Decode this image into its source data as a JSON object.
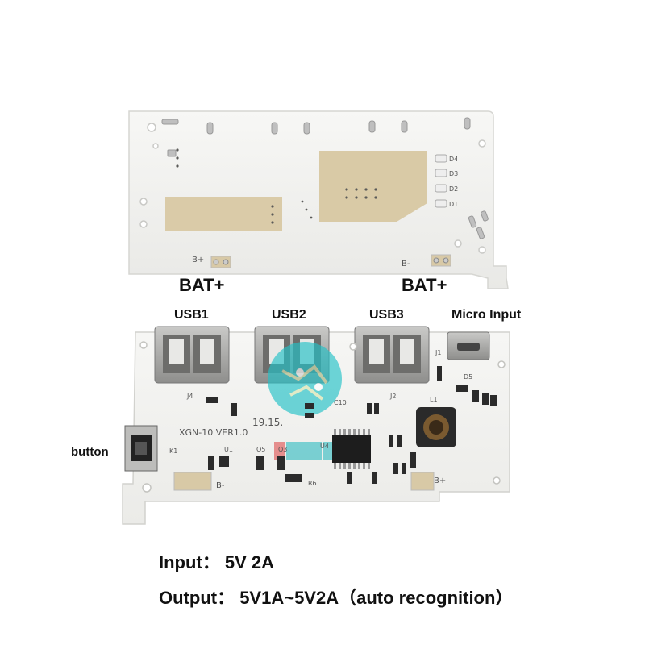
{
  "labels": {
    "bat_plus_left": "BAT+",
    "bat_plus_right": "BAT+",
    "usb1": "USB1",
    "usb2": "USB2",
    "usb3": "USB3",
    "micro_input": "Micro Input",
    "button": "button"
  },
  "board_text": {
    "top_b_plus": "B+",
    "top_b_minus": "B-",
    "led_d4": "D4",
    "led_d3": "D3",
    "led_d2": "D2",
    "led_d1": "D1",
    "model": "XGN-10  VER1.0",
    "date": "19.15.",
    "j4": "J4",
    "j2": "J2",
    "j1": "J1",
    "k1": "K1",
    "u1": "U1",
    "u4": "U4",
    "l1": "L1",
    "d5": "D5",
    "q5": "Q5",
    "q3": "Q3",
    "r6": "R6",
    "c10": "C10",
    "bottom_b_minus": "B-",
    "bottom_b_plus": "B+"
  },
  "specs": {
    "input": "Input： 5V 2A",
    "output": "Output： 5V1A~5V2A（auto recognition）"
  },
  "colors": {
    "pcb": "#f4f4f2",
    "pad_gold": "#d8c9a6",
    "silk": "#555555",
    "chip": "#222222"
  }
}
